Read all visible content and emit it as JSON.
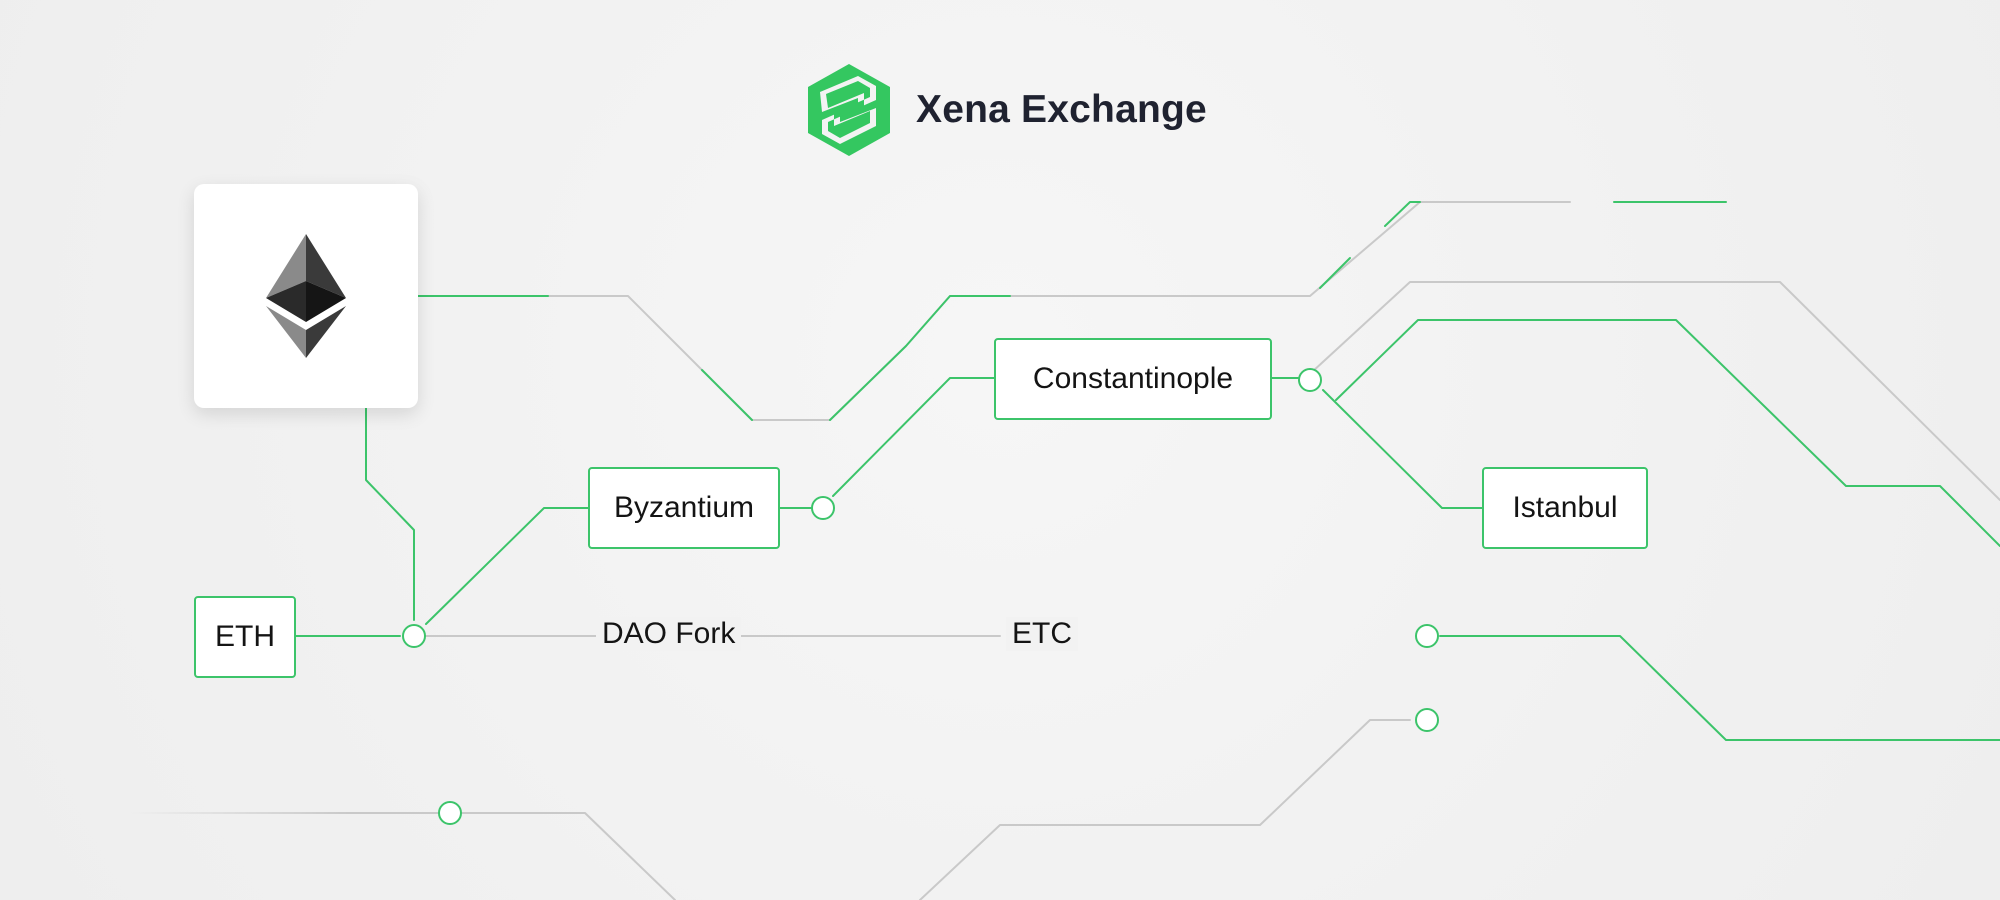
{
  "header": {
    "brand_name": "Xena Exchange",
    "logo_icon": "xena-hexagon-logo-icon"
  },
  "card": {
    "icon": "ethereum-diamond-icon"
  },
  "nodes": {
    "eth": "ETH",
    "byzantium": "Byzantium",
    "constantinople": "Constantinople",
    "istanbul": "Istanbul"
  },
  "labels": {
    "dao_fork": "DAO Fork",
    "etc": "ETC"
  },
  "colors": {
    "accent_green": "#3cc46a",
    "line_gray": "#c9c9c9",
    "text_dark": "#1f2230"
  }
}
